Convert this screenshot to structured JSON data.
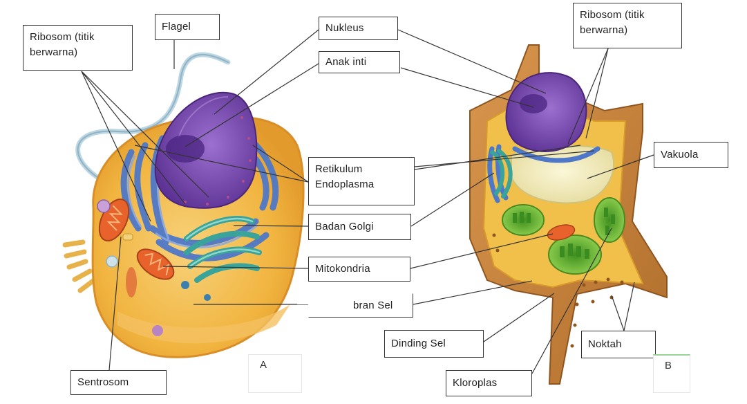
{
  "labels": {
    "ribosom_left_line1": "Ribosom (titik",
    "ribosom_left_line2": "berwarna)",
    "flagel": "Flagel",
    "nukleus": "Nukleus",
    "anak_inti": "Anak inti",
    "ribosom_right_line1": "Ribosom (titik",
    "ribosom_right_line2": "berwarna)",
    "retikulum_line1": "Retikulum",
    "retikulum_line2": "Endoplasma",
    "vakuola": "Vakuola",
    "badan_golgi": "Badan Golgi",
    "mitokondria": "Mitokondria",
    "membran_sel": "bran Sel",
    "dinding_sel": "Dinding Sel",
    "noktah": "Noktah",
    "sentrosom": "Sentrosom",
    "kloroplas": "Kloroplas"
  },
  "panels": {
    "a": "A",
    "b": "B"
  },
  "colors": {
    "cytoplasm": "#f3b53a",
    "cell_edge": "#e59a2a",
    "nucleus": "#7a4bb0",
    "er": "#4f78c8",
    "golgi": "#3aa39a",
    "mitochondria": "#e8632b",
    "chloroplast": "#5fae2f",
    "cell_wall": "#c9823b",
    "vacuole": "#f2ecb0"
  }
}
